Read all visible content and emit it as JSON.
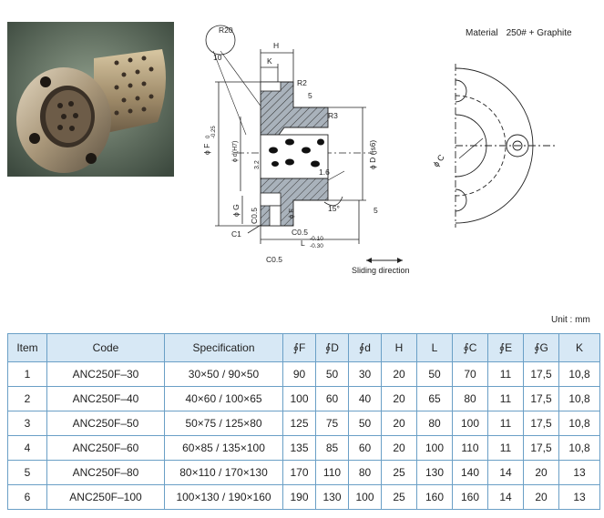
{
  "material": {
    "label": "Material",
    "value": "250# + Graphite"
  },
  "unit_note": "Unit : mm",
  "drawing_labels": {
    "r20": "R20",
    "dim_10": "10",
    "h": "H",
    "k": "K",
    "r2": "R2",
    "dim_5a": "5",
    "phi_f": "ϕ F",
    "f_tol_top": "0",
    "f_tol_bot": "-0.25",
    "phi_d_small": "ϕ d(H7)",
    "roughness": "3.2",
    "phi_d_large": "ϕ D (js6)",
    "r3": "R3",
    "dim_1_6": "1.6",
    "phi_g": "ϕ G",
    "c05_a": "C0.5",
    "phi_e": "ϕ E",
    "c05_b": "C0.5",
    "c05_c": "C0.5",
    "angle15": "15°",
    "dim_5b": "5",
    "c1": "C1",
    "l": "L",
    "l_tol_top": "-0.10",
    "l_tol_bot": "-0.30",
    "phi_c": "ϕ C",
    "sliding_direction": "Sliding direction"
  },
  "table": {
    "headers": [
      "Item",
      "Code",
      "Specification",
      "∮F",
      "∮D",
      "∮d",
      "H",
      "L",
      "∮C",
      "∮E",
      "∮G",
      "K"
    ],
    "rows": [
      [
        "1",
        "ANC250F–30",
        "30×50 / 90×50",
        "90",
        "50",
        "30",
        "20",
        "50",
        "70",
        "11",
        "17,5",
        "10,8"
      ],
      [
        "2",
        "ANC250F–40",
        "40×60 / 100×65",
        "100",
        "60",
        "40",
        "20",
        "65",
        "80",
        "11",
        "17,5",
        "10,8"
      ],
      [
        "3",
        "ANC250F–50",
        "50×75 / 125×80",
        "125",
        "75",
        "50",
        "20",
        "80",
        "100",
        "11",
        "17,5",
        "10,8"
      ],
      [
        "4",
        "ANC250F–60",
        "60×85 / 135×100",
        "135",
        "85",
        "60",
        "20",
        "100",
        "110",
        "11",
        "17,5",
        "10,8"
      ],
      [
        "5",
        "ANC250F–80",
        "80×110 / 170×130",
        "170",
        "110",
        "80",
        "25",
        "130",
        "140",
        "14",
        "20",
        "13"
      ],
      [
        "6",
        "ANC250F–100",
        "100×130 / 190×160",
        "190",
        "130",
        "100",
        "25",
        "160",
        "160",
        "14",
        "20",
        "13"
      ]
    ]
  }
}
